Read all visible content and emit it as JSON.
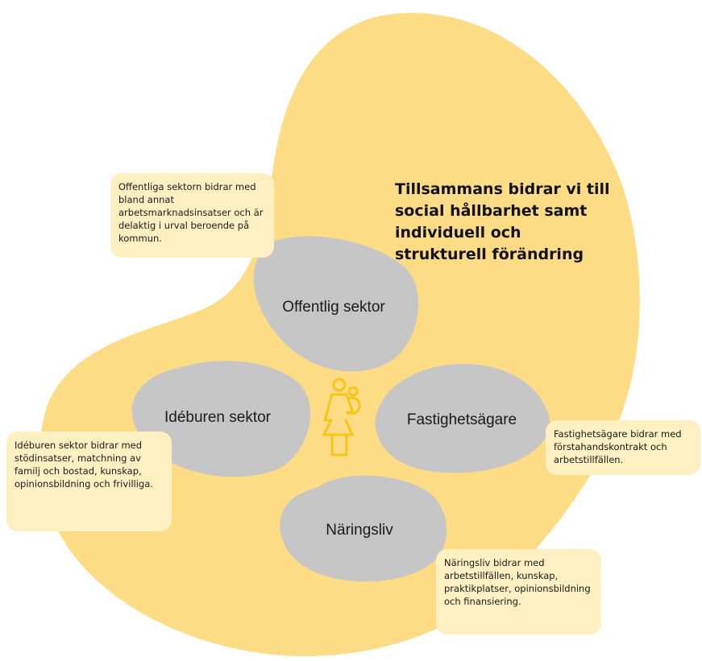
{
  "colors": {
    "background_blob": "#fddc85",
    "sector_blob": "#c6c6c6",
    "note_fill": "#fff0c2",
    "icon": "#f9c514",
    "text": "#1a1a1a"
  },
  "heading": "Tillsammans bidrar vi till social hållbarhet samt individuell och strukturell förändring",
  "center_icon": "mother-with-child-icon",
  "sectors": {
    "offentlig": {
      "label": "Offentlig sektor",
      "note": "Offentliga sektorn bidrar med bland annat arbetsmarknadsinsatser och är delaktig i urval beroende på kommun."
    },
    "ideburen": {
      "label": "Idéburen sektor",
      "note": "Idéburen sektor bidrar med stödinsatser, matchning av familj och bostad, kunskap, opinionsbildning och frivilliga."
    },
    "fastighet": {
      "label": "Fastighetsägare",
      "note": "Fastighetsägare bidrar med förstahandskontrakt och arbetstillfällen."
    },
    "naringsliv": {
      "label": "Näringsliv",
      "note": "Näringsliv bidrar med arbetstillfällen, kunskap, praktikplatser, opinionsbildning och finansiering."
    }
  }
}
